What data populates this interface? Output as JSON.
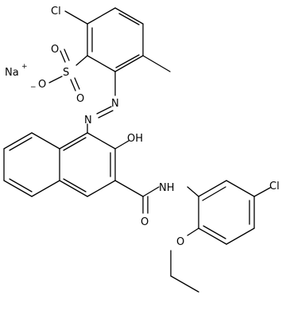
{
  "structure": {
    "atoms": {
      "cl_top": "Cl",
      "s": "S",
      "o_s_top": "O",
      "o_s_right": "O",
      "o_minus": "O",
      "minus": "−",
      "na": "Na",
      "plus": "+",
      "n1": "N",
      "n2": "N",
      "oh": "OH",
      "nh": "NH",
      "o_amide": "O",
      "cl_right": "Cl",
      "o_ether": "O"
    }
  }
}
